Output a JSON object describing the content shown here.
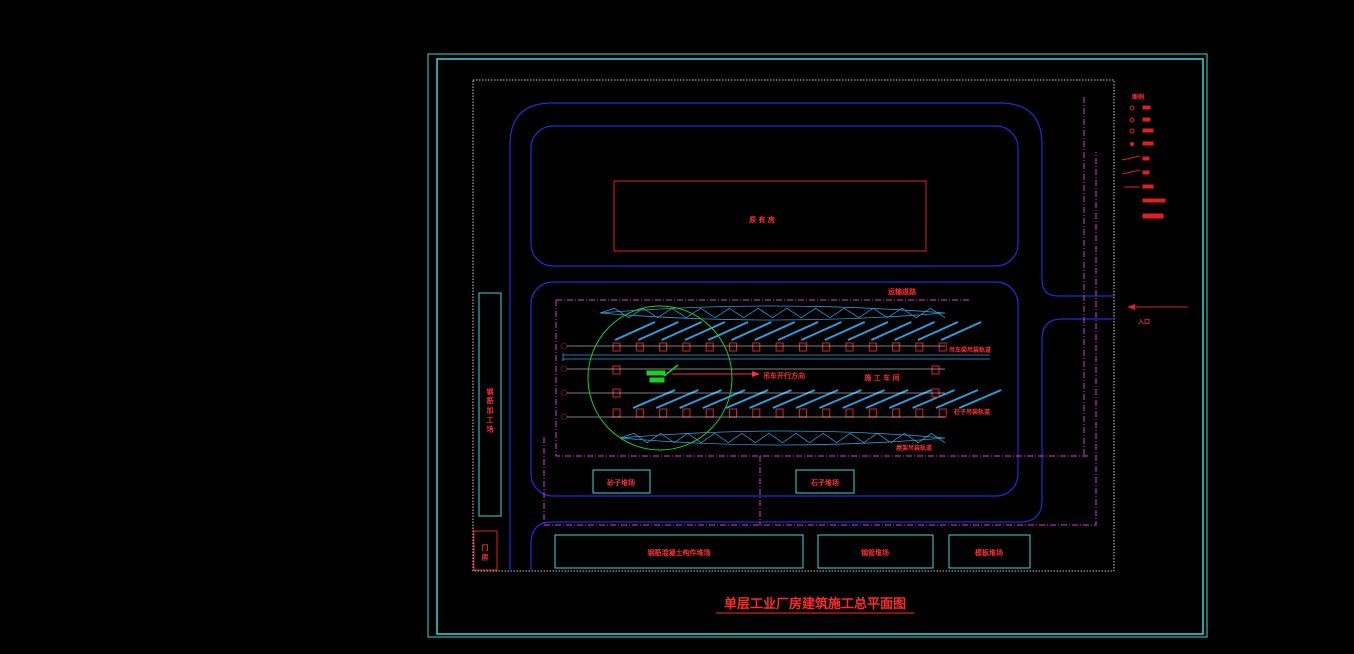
{
  "colors": {
    "background": "#000000",
    "frame": "#3fd6d6",
    "road": "#1b2fd8",
    "fence": "#d83ad8",
    "building": "#e02020",
    "truss": "#2a9ee0",
    "crane": "#20d020",
    "label": "#ff3030",
    "title": "#ff2a2a"
  },
  "title": "单层工业厂房建筑施工总平面图",
  "labels": {
    "top_building": "原 有 房",
    "main_workshop": "施 工 车 间",
    "road_label": "运输道路",
    "crane_direction": "吊车开行方向",
    "column_hoist": "柱子吊装轨道",
    "beam_hoist": "吊车梁吊装轨道",
    "truss_hoist": "屋架吊装轨道",
    "left_storage": "钢 筋 加 工 场",
    "guard_room": "门 房",
    "store_1": "砂子堆场",
    "store_2": "石子堆场",
    "bottom_1": "钢筋混凝土构件堆场",
    "bottom_2": "钢管堆场",
    "bottom_3": "模板堆场",
    "entrance": "入口",
    "legend_title": "图例"
  },
  "icons": {
    "crane": "tower-crane-icon",
    "entrance_arrow": "arrow-left-icon",
    "legend": "legend-symbols-icon"
  }
}
